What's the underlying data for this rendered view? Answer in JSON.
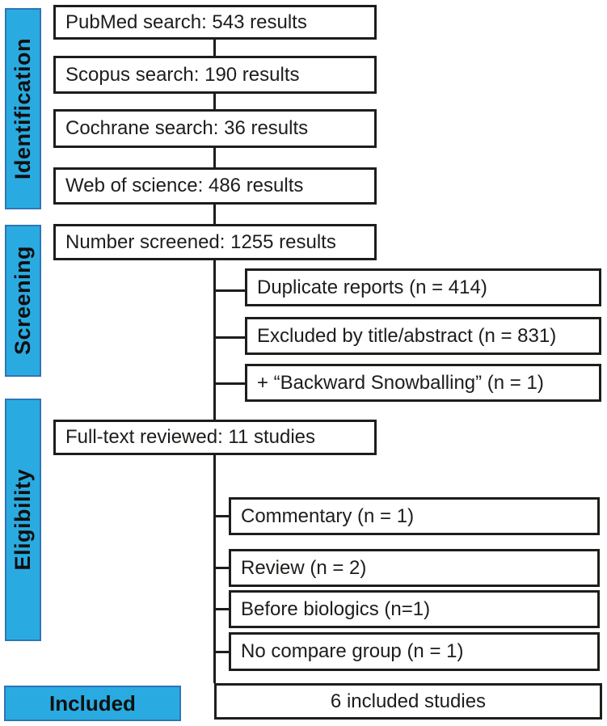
{
  "colors": {
    "accent": "#29abe2",
    "accent_border": "#2e75b6",
    "ink": "#1d1d1b"
  },
  "stages": {
    "identification": "Identification",
    "screening": "Screening",
    "eligibility": "Eligibility",
    "included": "Included"
  },
  "boxes": {
    "pubmed": "PubMed search: 543 results",
    "scopus": "Scopus search: 190 results",
    "cochrane": "Cochrane search: 36 results",
    "web_of_science": "Web of science: 486 results",
    "screened": "Number screened: 1255 results",
    "duplicates": "Duplicate reports (n = 414)",
    "excluded_title_abstract": "Excluded by title/abstract (n = 831)",
    "backward_snowballing": "+ “Backward Snowballing” (n = 1)",
    "fulltext": "Full-text reviewed: 11 studies",
    "commentary": "Commentary (n = 1)",
    "review": "Review (n = 2)",
    "before_biologics": "Before biologics (n=1)",
    "no_compare_group": "No compare group (n = 1)",
    "included_studies": "6 included studies"
  }
}
